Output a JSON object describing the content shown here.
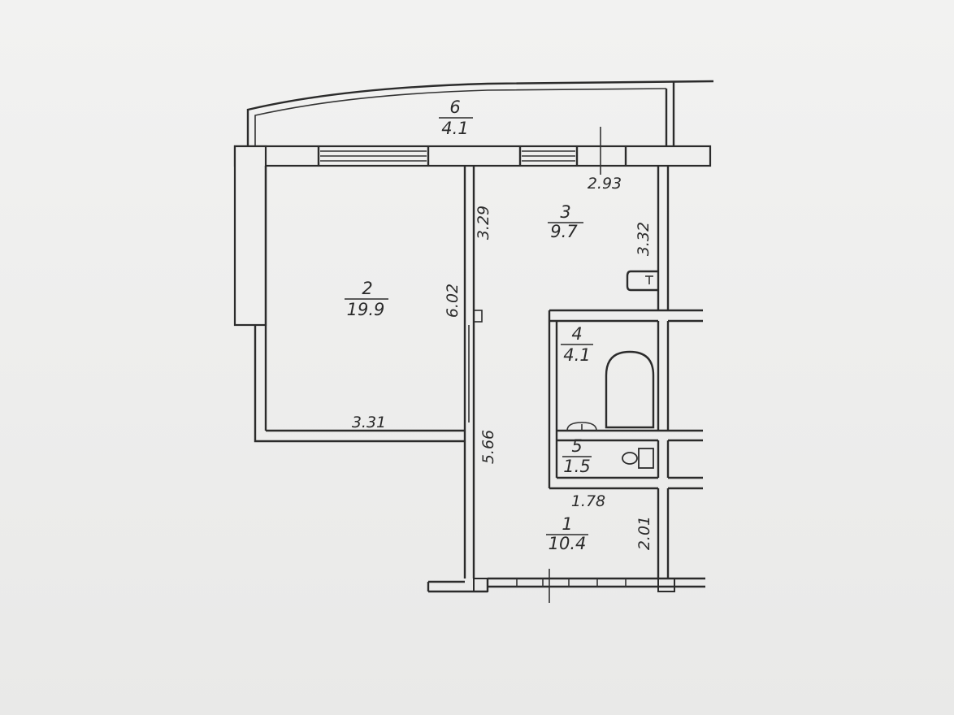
{
  "rooms": [
    {
      "number": "6",
      "area": "4.1"
    },
    {
      "number": "2",
      "area": "19.9"
    },
    {
      "number": "3",
      "area": "9.7"
    },
    {
      "number": "4",
      "area": "4.1"
    },
    {
      "number": "5",
      "area": "1.5"
    },
    {
      "number": "1",
      "area": "10.4"
    }
  ],
  "dimensions": {
    "kitchen_width": "2.93",
    "kitchen_depth_left": "3.29",
    "kitchen_depth_right": "3.32",
    "room_depth": "6.02",
    "room_width": "3.31",
    "hall_length": "5.66",
    "hall_width": "1.78",
    "hall_depth": "2.01"
  }
}
